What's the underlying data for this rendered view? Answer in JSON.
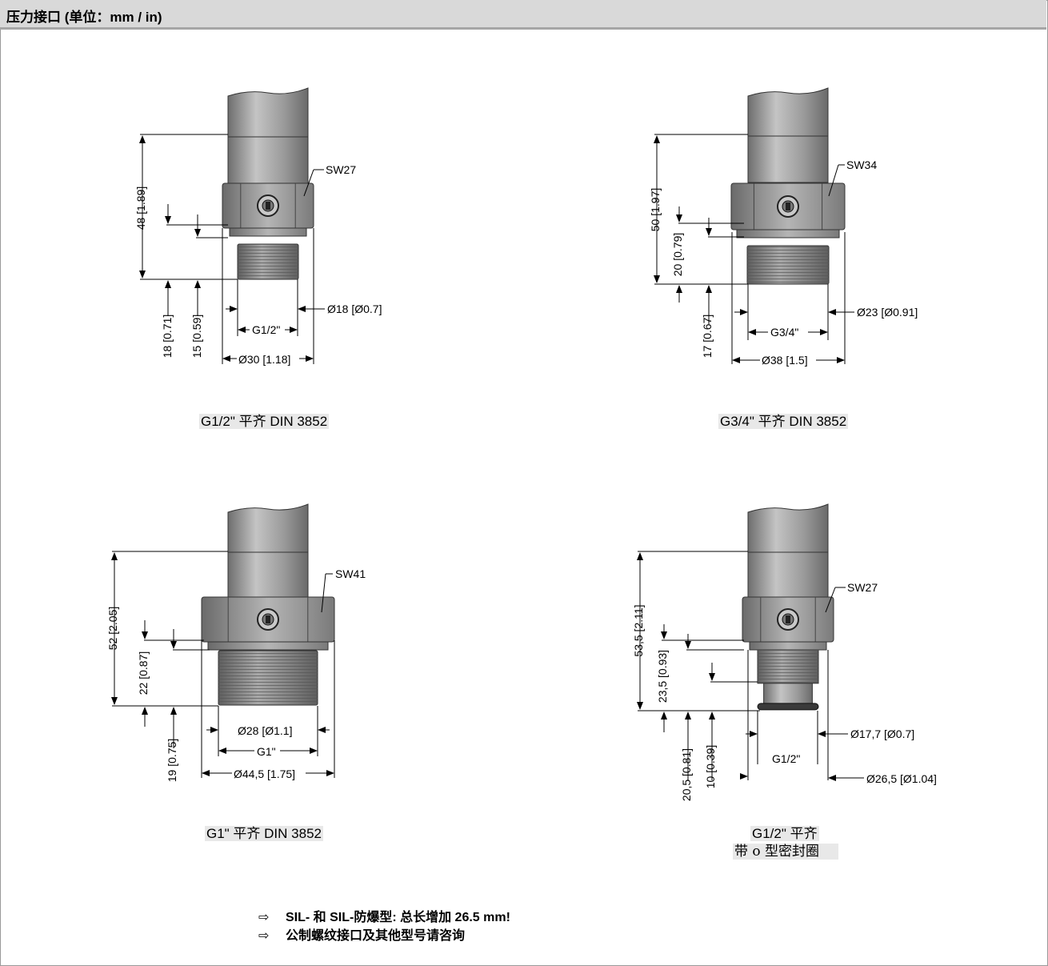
{
  "header": {
    "title": "压力接口 (单位：mm / in)"
  },
  "variants": [
    {
      "id": "g12",
      "caption_line1": "G1/2\" 平齐 DIN 3852",
      "caption_line2": "",
      "wrench": "SW27",
      "dim_overall": "48 [1.89]",
      "dim_thread_len": "15 [0.59]",
      "dim_extra": "18 [0.71]",
      "dim_small_dia": "Ø18 [Ø0.7]",
      "thread": "G1/2\"",
      "dim_large_dia": "Ø30 [1.18]"
    },
    {
      "id": "g34",
      "caption_line1": "G3/4\" 平齐 DIN 3852",
      "caption_line2": "",
      "wrench": "SW34",
      "dim_overall": "50 [1.97]",
      "dim_thread_len": "20 [0.79]",
      "dim_extra": "17 [0.67]",
      "dim_small_dia": "Ø23 [Ø0.91]",
      "thread": "G3/4\"",
      "dim_large_dia": "Ø38 [1.5]"
    },
    {
      "id": "g1",
      "caption_line1": "G1\" 平齐 DIN 3852",
      "caption_line2": "",
      "wrench": "SW41",
      "dim_overall": "52 [2.05]",
      "dim_thread_len": "22 [0.87]",
      "dim_extra": "19 [0.75]",
      "dim_small_dia": "Ø28 [Ø1.1]",
      "thread": "G1\"",
      "dim_large_dia": "Ø44,5 [1.75]"
    },
    {
      "id": "g12o",
      "caption_line1": "G1/2\" 平齐",
      "caption_line2": "带 o 型密封圈",
      "wrench": "SW27",
      "dim_overall": "53,5 [2.11]",
      "dim_thread_len": "23,5 [0.93]",
      "dim_extra": "20,5 [0.81]",
      "dim_extra2": "10 [0.39]",
      "dim_small_dia": "Ø17,7 [Ø0.7]",
      "thread": "G1/2\"",
      "dim_large_dia": "Ø26,5 [Ø1.04]"
    }
  ],
  "notes": [
    {
      "icon": "arrow-right-icon",
      "text": "SIL- 和 SIL-防爆型: 总长增加 26.5 mm!"
    },
    {
      "icon": "arrow-right-icon",
      "text": "公制螺纹接口及其他型号请咨询"
    }
  ],
  "colors": {
    "body": "#8c8c8c",
    "line": "#000000",
    "header_bg": "#d9d9d9"
  }
}
